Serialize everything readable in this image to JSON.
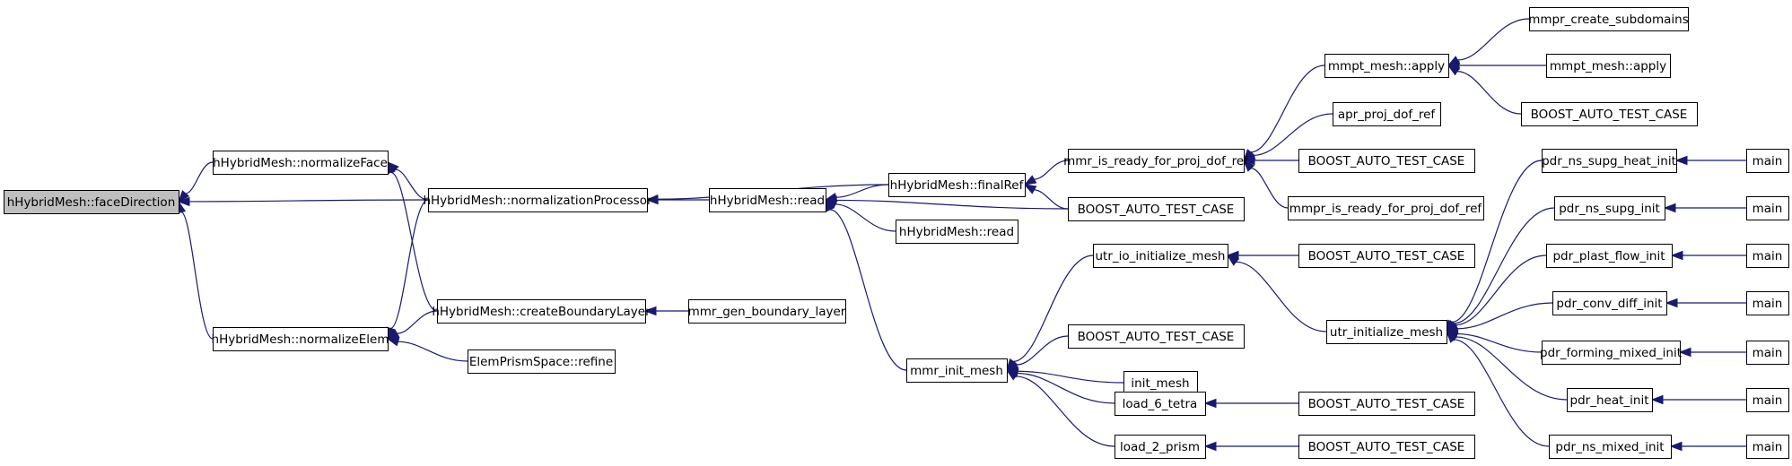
{
  "graph": {
    "nodes": [
      {
        "id": "n_faceDirection",
        "label": "hHybridMesh::faceDirection",
        "root": true
      },
      {
        "id": "n_normalizeFace",
        "label": "hHybridMesh::normalizeFace"
      },
      {
        "id": "n_normalizeElem",
        "label": "hHybridMesh::normalizeElem"
      },
      {
        "id": "n_normalizationProcessor",
        "label": "hHybridMesh::normalizationProcessor"
      },
      {
        "id": "n_createBoundaryLayer",
        "label": "hHybridMesh::createBoundaryLayer"
      },
      {
        "id": "n_refine",
        "label": "ElemPrismSpace::refine"
      },
      {
        "id": "n_read1",
        "label": "hHybridMesh::read"
      },
      {
        "id": "n_mmr_gen_boundary_layer",
        "label": "mmr_gen_boundary_layer"
      },
      {
        "id": "n_finalRef",
        "label": "hHybridMesh::finalRef"
      },
      {
        "id": "n_read2",
        "label": "hHybridMesh::read"
      },
      {
        "id": "n_mmr_init_mesh",
        "label": "mmr_init_mesh"
      },
      {
        "id": "n_mmr_is_ready",
        "label": "mmr_is_ready_for_proj_dof_ref"
      },
      {
        "id": "n_boost_a",
        "label": "BOOST_AUTO_TEST_CASE"
      },
      {
        "id": "n_utr_io_initialize_mesh",
        "label": "utr_io_initialize_mesh"
      },
      {
        "id": "n_boost_b",
        "label": "BOOST_AUTO_TEST_CASE"
      },
      {
        "id": "n_init_mesh",
        "label": "init_mesh"
      },
      {
        "id": "n_load_6_tetra",
        "label": "load_6_tetra"
      },
      {
        "id": "n_load_2_prism",
        "label": "load_2_prism"
      },
      {
        "id": "n_mmpt_apply1",
        "label": "mmpt_mesh::apply"
      },
      {
        "id": "n_apr_proj_dof_ref",
        "label": "apr_proj_dof_ref"
      },
      {
        "id": "n_boost_c",
        "label": "BOOST_AUTO_TEST_CASE"
      },
      {
        "id": "n_mmpr_is_ready",
        "label": "mmpr_is_ready_for_proj_dof_ref"
      },
      {
        "id": "n_boost_d",
        "label": "BOOST_AUTO_TEST_CASE"
      },
      {
        "id": "n_utr_initialize_mesh",
        "label": "utr_initialize_mesh"
      },
      {
        "id": "n_boost_e",
        "label": "BOOST_AUTO_TEST_CASE"
      },
      {
        "id": "n_boost_f",
        "label": "BOOST_AUTO_TEST_CASE"
      },
      {
        "id": "n_mmpr_create_subdomains",
        "label": "mmpr_create_subdomains"
      },
      {
        "id": "n_mmpt_apply2",
        "label": "mmpt_mesh::apply"
      },
      {
        "id": "n_boost_g",
        "label": "BOOST_AUTO_TEST_CASE"
      },
      {
        "id": "n_pdr_ns_supg_heat_init",
        "label": "pdr_ns_supg_heat_init"
      },
      {
        "id": "n_pdr_ns_supg_init",
        "label": "pdr_ns_supg_init"
      },
      {
        "id": "n_pdr_plast_flow_init",
        "label": "pdr_plast_flow_init"
      },
      {
        "id": "n_pdr_conv_diff_init",
        "label": "pdr_conv_diff_init"
      },
      {
        "id": "n_pdr_forming_mixed_init",
        "label": "pdr_forming_mixed_init"
      },
      {
        "id": "n_pdr_heat_init",
        "label": "pdr_heat_init"
      },
      {
        "id": "n_pdr_ns_mixed_init",
        "label": "pdr_ns_mixed_init"
      },
      {
        "id": "n_main1",
        "label": "main"
      },
      {
        "id": "n_main2",
        "label": "main"
      },
      {
        "id": "n_main3",
        "label": "main"
      },
      {
        "id": "n_main4",
        "label": "main"
      },
      {
        "id": "n_main5",
        "label": "main"
      },
      {
        "id": "n_main6",
        "label": "main"
      },
      {
        "id": "n_main7",
        "label": "main"
      }
    ],
    "edges": [
      {
        "from": "n_normalizeFace",
        "to": "n_faceDirection"
      },
      {
        "from": "n_normalizeElem",
        "to": "n_faceDirection"
      },
      {
        "from": "n_normalizationProcessor",
        "to": "n_faceDirection"
      },
      {
        "from": "n_normalizationProcessor",
        "to": "n_normalizeFace"
      },
      {
        "from": "n_createBoundaryLayer",
        "to": "n_normalizeFace"
      },
      {
        "from": "n_normalizationProcessor",
        "to": "n_normalizeElem"
      },
      {
        "from": "n_createBoundaryLayer",
        "to": "n_normalizeElem"
      },
      {
        "from": "n_refine",
        "to": "n_normalizeElem"
      },
      {
        "from": "n_read1",
        "to": "n_normalizationProcessor"
      },
      {
        "from": "n_finalRef",
        "to": "n_normalizationProcessor"
      },
      {
        "from": "n_mmr_gen_boundary_layer",
        "to": "n_createBoundaryLayer"
      },
      {
        "from": "n_finalRef",
        "to": "n_read1"
      },
      {
        "from": "n_read2",
        "to": "n_read1"
      },
      {
        "from": "n_mmr_init_mesh",
        "to": "n_read1"
      },
      {
        "from": "n_boost_a",
        "to": "n_read1"
      },
      {
        "from": "n_mmr_is_ready",
        "to": "n_finalRef"
      },
      {
        "from": "n_boost_a",
        "to": "n_finalRef"
      },
      {
        "from": "n_utr_io_initialize_mesh",
        "to": "n_mmr_init_mesh"
      },
      {
        "from": "n_boost_b",
        "to": "n_mmr_init_mesh"
      },
      {
        "from": "n_init_mesh",
        "to": "n_mmr_init_mesh"
      },
      {
        "from": "n_load_6_tetra",
        "to": "n_mmr_init_mesh"
      },
      {
        "from": "n_load_2_prism",
        "to": "n_mmr_init_mesh"
      },
      {
        "from": "n_mmpt_apply1",
        "to": "n_mmr_is_ready"
      },
      {
        "from": "n_apr_proj_dof_ref",
        "to": "n_mmr_is_ready"
      },
      {
        "from": "n_boost_c",
        "to": "n_mmr_is_ready"
      },
      {
        "from": "n_mmpr_is_ready",
        "to": "n_mmr_is_ready"
      },
      {
        "from": "n_boost_d",
        "to": "n_utr_io_initialize_mesh"
      },
      {
        "from": "n_utr_initialize_mesh",
        "to": "n_utr_io_initialize_mesh"
      },
      {
        "from": "n_boost_e",
        "to": "n_load_6_tetra"
      },
      {
        "from": "n_boost_f",
        "to": "n_load_2_prism"
      },
      {
        "from": "n_mmpr_create_subdomains",
        "to": "n_mmpt_apply1"
      },
      {
        "from": "n_mmpt_apply2",
        "to": "n_mmpt_apply1"
      },
      {
        "from": "n_boost_g",
        "to": "n_mmpt_apply1"
      },
      {
        "from": "n_pdr_ns_supg_heat_init",
        "to": "n_utr_initialize_mesh"
      },
      {
        "from": "n_pdr_ns_supg_init",
        "to": "n_utr_initialize_mesh"
      },
      {
        "from": "n_pdr_plast_flow_init",
        "to": "n_utr_initialize_mesh"
      },
      {
        "from": "n_pdr_conv_diff_init",
        "to": "n_utr_initialize_mesh"
      },
      {
        "from": "n_pdr_forming_mixed_init",
        "to": "n_utr_initialize_mesh"
      },
      {
        "from": "n_pdr_heat_init",
        "to": "n_utr_initialize_mesh"
      },
      {
        "from": "n_pdr_ns_mixed_init",
        "to": "n_utr_initialize_mesh"
      },
      {
        "from": "n_main1",
        "to": "n_pdr_ns_supg_heat_init"
      },
      {
        "from": "n_main2",
        "to": "n_pdr_ns_supg_init"
      },
      {
        "from": "n_main3",
        "to": "n_pdr_plast_flow_init"
      },
      {
        "from": "n_main4",
        "to": "n_pdr_conv_diff_init"
      },
      {
        "from": "n_main5",
        "to": "n_pdr_forming_mixed_init"
      },
      {
        "from": "n_main6",
        "to": "n_pdr_heat_init"
      },
      {
        "from": "n_main7",
        "to": "n_pdr_ns_mixed_init"
      }
    ]
  }
}
